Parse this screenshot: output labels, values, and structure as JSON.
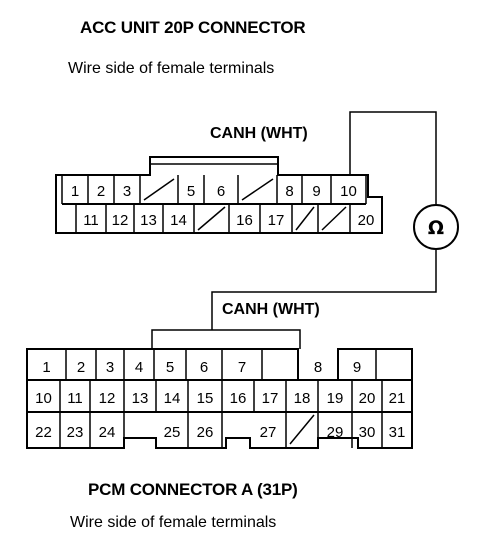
{
  "acc": {
    "title": "ACC UNIT 20P CONNECTOR",
    "subtitle": "Wire side of female terminals",
    "wire_label": "CANH (WHT)",
    "row1": [
      "1",
      "2",
      "3",
      "",
      "5",
      "6",
      "",
      "8",
      "9",
      "10"
    ],
    "row2": [
      "",
      "11",
      "12",
      "13",
      "14",
      "",
      "16",
      "17",
      "",
      "",
      "20"
    ]
  },
  "pcm": {
    "title": "PCM CONNECTOR A (31P)",
    "subtitle": "Wire side of female terminals",
    "wire_label": "CANH (WHT)",
    "row1": [
      "1",
      "2",
      "3",
      "4",
      "5",
      "6",
      "7",
      "",
      "8",
      "9"
    ],
    "row2": [
      "10",
      "11",
      "12",
      "13",
      "14",
      "15",
      "16",
      "17",
      "18",
      "19",
      "20",
      "21"
    ],
    "row3": [
      "22",
      "23",
      "24",
      "",
      "25",
      "26",
      "",
      "27",
      "",
      "29",
      "30",
      "31"
    ]
  },
  "meter_symbol": "Ω"
}
